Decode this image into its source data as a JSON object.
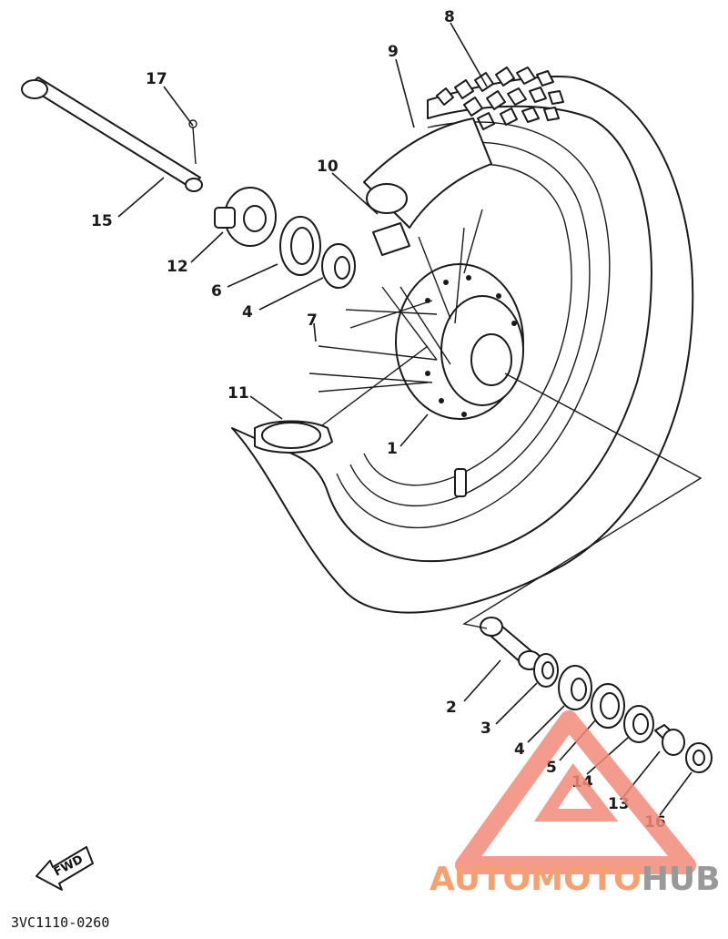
{
  "labels": {
    "p1": "1",
    "p2": "2",
    "p3": "3",
    "p4a": "4",
    "p4b": "4",
    "p5": "5",
    "p6": "6",
    "p7": "7",
    "p8": "8",
    "p9": "9",
    "p10": "10",
    "p11": "11",
    "p12": "12",
    "p13": "13",
    "p14": "14",
    "p15": "15",
    "p16": "16",
    "p17": "17"
  },
  "fwd_label": "FWD",
  "diagram_code": "3VC1110-0260",
  "watermark": {
    "part1": "AUTOMOTO",
    "part2": "HUB",
    "color_primary": "#f4a070",
    "color_secondary": "#999999",
    "logo_color": "#f28a7a"
  }
}
